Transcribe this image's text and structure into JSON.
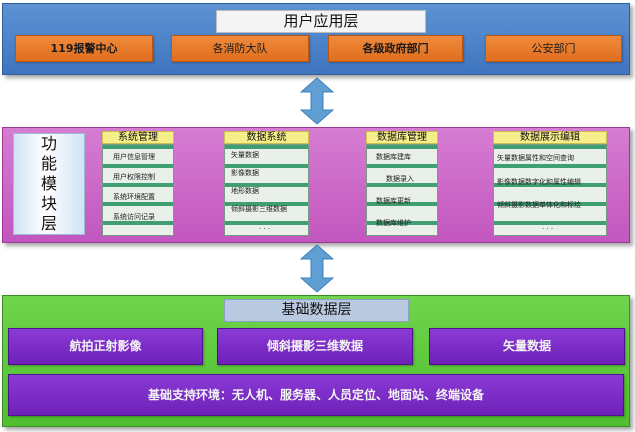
{
  "user_layer": {
    "title": "用户应用层",
    "buttons": [
      "119报警中心",
      "各消防大队",
      "各级政府部门",
      "公安部门"
    ]
  },
  "function_layer": {
    "label_chars": [
      "功",
      "能",
      "模",
      "块",
      "层"
    ],
    "modules": [
      {
        "title": "系统管理",
        "items": [
          "用户信息管理",
          "用户权限控制",
          "系统环境配置",
          "系统访问记录"
        ]
      },
      {
        "title": "数据系统",
        "items": [
          "矢量数据",
          "影像数据",
          "地形数据",
          "倾斜摄影三维数据",
          ". . ."
        ]
      },
      {
        "title": "数据库管理",
        "items": [
          "数据库建库",
          "数据录入",
          "数据库更新",
          "数据库维护"
        ]
      },
      {
        "title": "数据展示编辑",
        "items": [
          "矢量数据属性和空间查询",
          "影像数据数字化和属性编辑",
          "倾斜摄影数据单体化和标绘",
          ". . ."
        ]
      }
    ]
  },
  "data_layer": {
    "title": "基础数据层",
    "boxes": [
      "航拍正射影像",
      "倾斜摄影三维数据",
      "矢量数据"
    ],
    "environment": "基础支持环境：无人机、服务器、人员定位、地面站、终端设备"
  },
  "colors": {
    "user_layer_bg": "#4a80c6",
    "user_button": "#e8792a",
    "function_layer_bg": "#c965c6",
    "module_header": "#f6ee8a",
    "module_stripe": "#3f9f73",
    "data_layer_bg": "#5cc83a",
    "data_box": "#7c2ec8",
    "arrow": "#5f9fd4"
  }
}
